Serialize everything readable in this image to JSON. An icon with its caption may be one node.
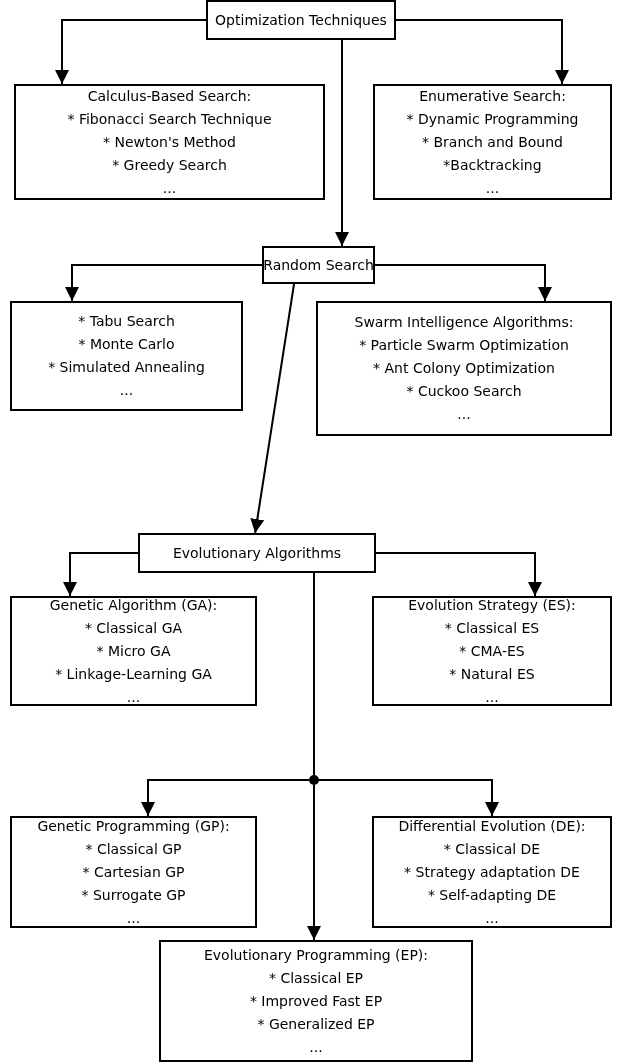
{
  "diagram": {
    "nodes": [
      {
        "text": [
          "Optimization Techniques"
        ]
      },
      {
        "text": [
          "Calculus-Based Search:",
          "* Fibonacci Search Technique",
          "* Newton's Method",
          "* Greedy Search",
          "..."
        ]
      },
      {
        "text": [
          "Enumerative Search:",
          "* Dynamic Programming",
          "* Branch and Bound",
          "*Backtracking",
          "..."
        ]
      },
      {
        "text": [
          "Random Search"
        ]
      },
      {
        "text": [
          "* Tabu Search",
          "* Monte Carlo",
          "* Simulated Annealing",
          "..."
        ]
      },
      {
        "text": [
          "Swarm Intelligence Algorithms:",
          "* Particle Swarm Optimization",
          "* Ant Colony Optimization",
          "* Cuckoo Search",
          "..."
        ]
      },
      {
        "text": [
          "Evolutionary Algorithms"
        ]
      },
      {
        "text": [
          "Genetic Algorithm (GA):",
          "* Classical GA",
          "* Micro GA",
          "* Linkage-Learning GA",
          "..."
        ]
      },
      {
        "text": [
          "Evolution Strategy (ES):",
          "* Classical ES",
          "* CMA-ES",
          "* Natural ES",
          "..."
        ]
      },
      {
        "text": [],
        "shape": "circle"
      },
      {
        "text": [
          "Genetic Programming (GP):",
          "* Classical GP",
          "* Cartesian GP",
          "* Surrogate GP",
          "..."
        ]
      },
      {
        "text": [
          "Differential Evolution (DE):",
          "* Classical DE",
          "* Strategy adaptation DE",
          "* Self-adapting DE",
          "..."
        ]
      },
      {
        "text": [
          "Evolutionary Programming (EP):",
          "* Classical EP",
          "* Improved Fast EP",
          "* Generalized EP",
          "..."
        ]
      }
    ],
    "edges": [
      {
        "from": 0,
        "to": 1,
        "arrow": "to"
      },
      {
        "from": 0,
        "to": 2,
        "arrow": "to"
      },
      {
        "from": 0,
        "to": 3,
        "arrow": "to"
      },
      {
        "from": 3,
        "to": 4,
        "arrow": "to"
      },
      {
        "from": 3,
        "to": 5,
        "arrow": "to"
      },
      {
        "from": 3,
        "to": 6,
        "arrow": "to"
      },
      {
        "from": 6,
        "to": 7,
        "arrow": "to"
      },
      {
        "from": 6,
        "to": 8,
        "arrow": "to"
      },
      {
        "from": 6,
        "to": 9,
        "arrow": "none"
      },
      {
        "from": 9,
        "to": 10,
        "arrow": "to"
      },
      {
        "from": 9,
        "to": 11,
        "arrow": "to"
      },
      {
        "from": 9,
        "to": 12,
        "arrow": "to"
      }
    ]
  }
}
